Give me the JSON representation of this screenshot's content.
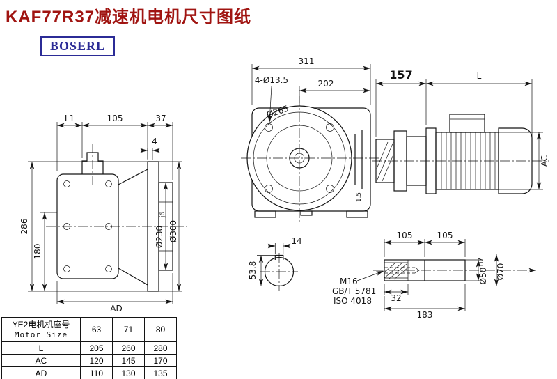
{
  "page": {
    "title": "KAF77R37减速机电机尺寸图纸",
    "brand": "BOSERL"
  },
  "colors": {
    "title": "#a01411",
    "brand": "#2b2b96"
  },
  "dims": {
    "left": {
      "L1": "L1",
      "d105": "105",
      "d37": "37",
      "d4": "4",
      "d286": "286",
      "d180": "180",
      "AD": "AD",
      "d230": "Ø230",
      "d230_fit": "j6",
      "d300": "Ø300"
    },
    "front": {
      "d311": "311",
      "d202": "202",
      "holes": "4-Ø13.5",
      "d265": "Ø265",
      "gap": "1.5"
    },
    "motor": {
      "d157": "157",
      "L": "L",
      "AC": "AC"
    },
    "key": {
      "w14": "14",
      "h53_8": "53.8"
    },
    "shaft": {
      "a105": "105",
      "b105": "105",
      "thread": "M16",
      "std_gb": "GB/T 5781",
      "std_iso": "ISO 4018",
      "l32": "32",
      "l183": "183",
      "d50": "Ø50",
      "d50_fit": "H7",
      "d70": "Ø70"
    }
  },
  "table": {
    "header_line1": "YE2电机机座号",
    "header_line2": "Motor Size",
    "sizes": [
      "63",
      "71",
      "80"
    ],
    "rows": [
      {
        "label": "L",
        "values": [
          "205",
          "260",
          "280"
        ]
      },
      {
        "label": "AC",
        "values": [
          "120",
          "145",
          "170"
        ]
      },
      {
        "label": "AD",
        "values": [
          "110",
          "130",
          "135"
        ]
      }
    ]
  }
}
